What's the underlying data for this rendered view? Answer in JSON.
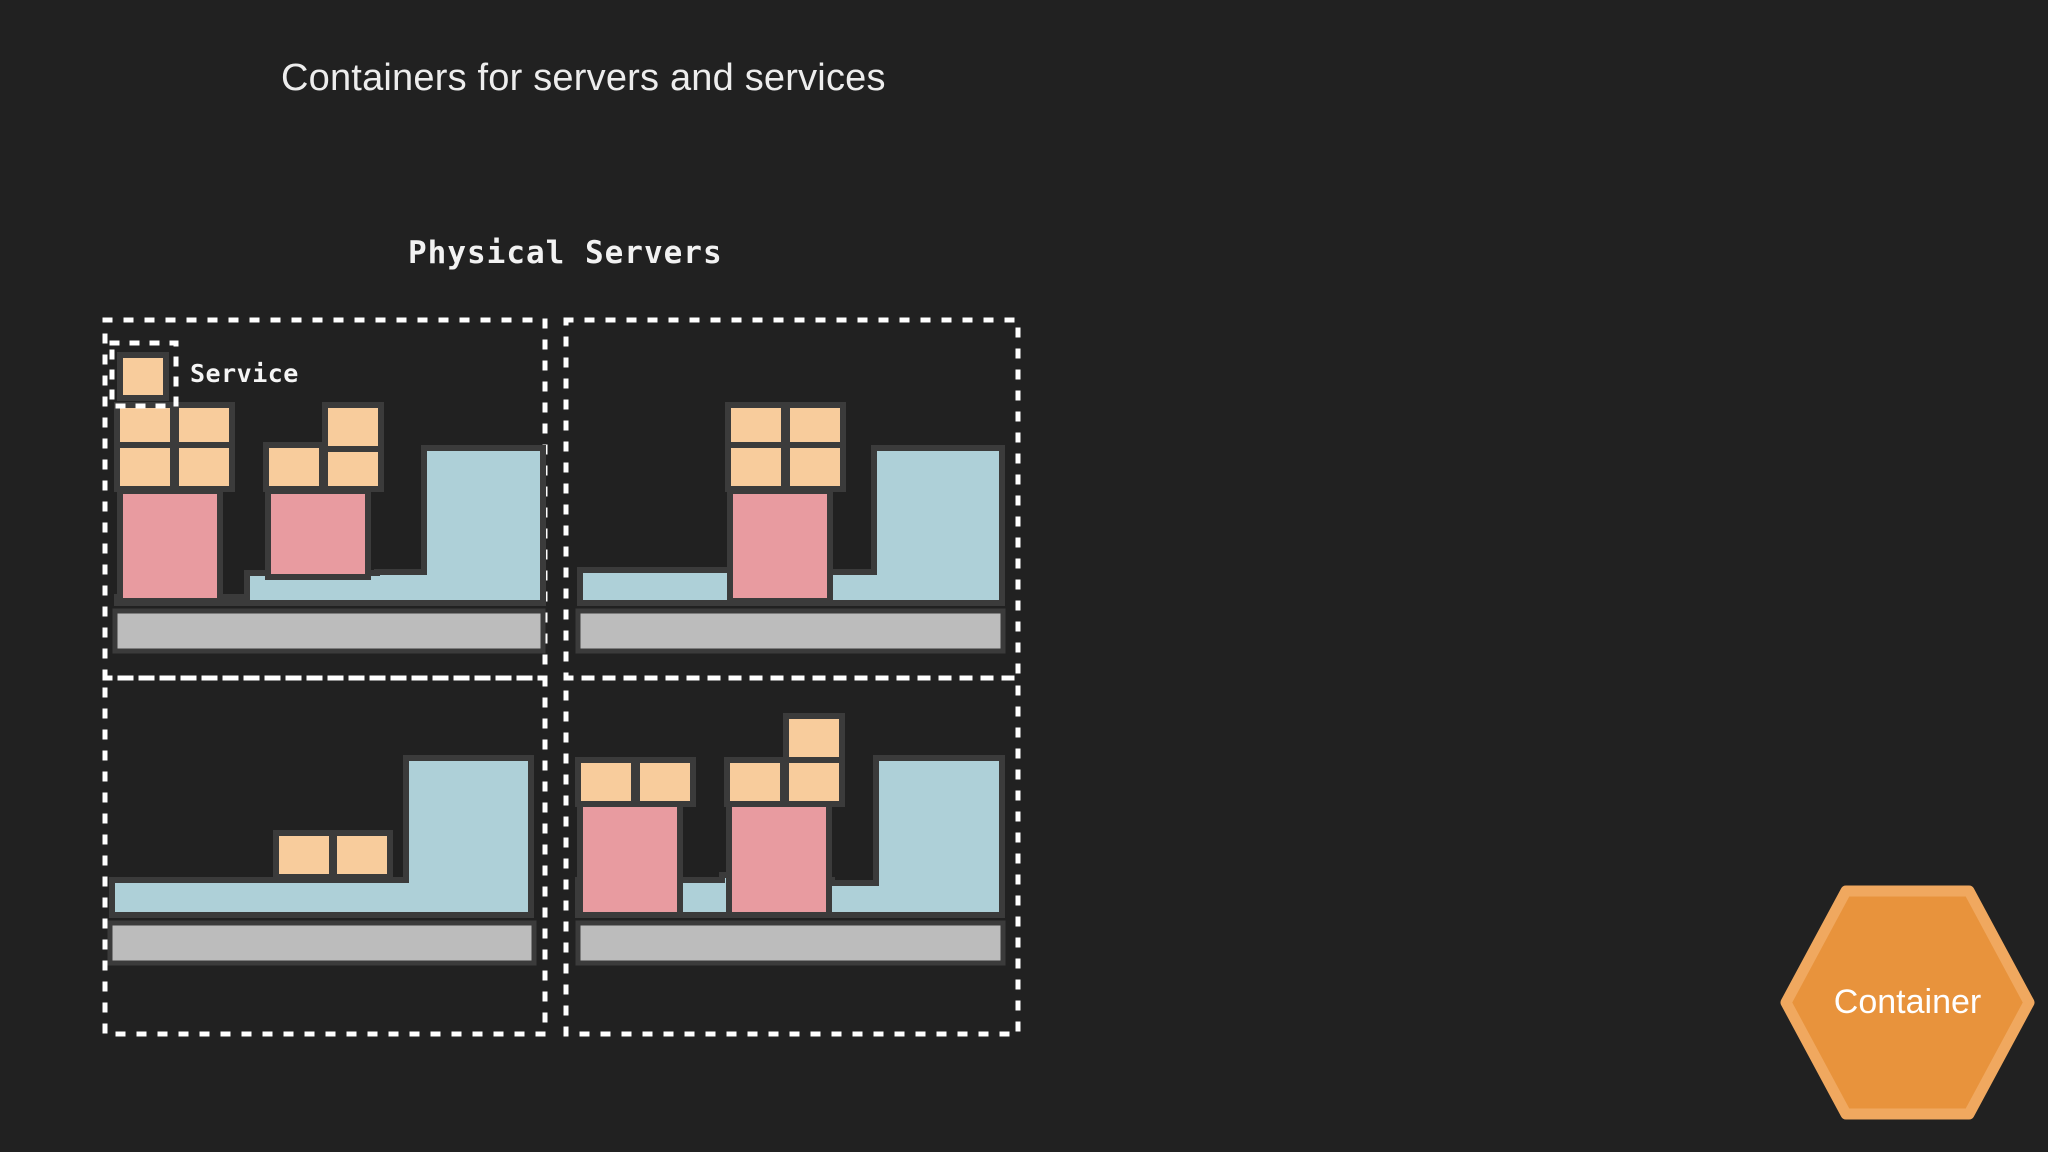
{
  "slide": {
    "background_color": "#212121",
    "title": "Containers for servers and services",
    "title_color": "#ededed"
  },
  "section": {
    "heading": "Physical Servers",
    "heading_color": "#f2f2f2"
  },
  "legend": {
    "service_label": "Service",
    "swatch_color": "#f8cc9c",
    "swatch_border_color": "#3b3b3b",
    "outline_style": "dotted-white"
  },
  "palette": {
    "service_orange": "#f8cc9c",
    "guest_os_pink": "#e89ba0",
    "hypervisor_blue": "#aed0d8",
    "hardware_gray": "#bcbcbc",
    "stroke_dark": "#3b3b3b",
    "dotted_border": "#ffffff",
    "container_fill": "#e8933c",
    "container_stroke": "#f0a85f",
    "container_text": "#ffffff"
  },
  "container_badge": {
    "label": "Container",
    "shape": "hexagon"
  },
  "servers": [
    {
      "id": "server-top-left",
      "position": "top-left",
      "has_legend": true,
      "service_boxes": 7,
      "guest_os_blocks": 2,
      "hypervisor_steps": 3,
      "hardware_bar": true
    },
    {
      "id": "server-top-right",
      "position": "top-right",
      "has_legend": false,
      "service_boxes": 4,
      "guest_os_blocks": 1,
      "hypervisor_steps": 3,
      "hardware_bar": true
    },
    {
      "id": "server-bottom-left",
      "position": "bottom-left",
      "has_legend": false,
      "service_boxes": 2,
      "guest_os_blocks": 0,
      "hypervisor_steps": 2,
      "hardware_bar": true
    },
    {
      "id": "server-bottom-right",
      "position": "bottom-right",
      "has_legend": false,
      "service_boxes": 5,
      "guest_os_blocks": 2,
      "hypervisor_steps": 3,
      "hardware_bar": true
    }
  ]
}
